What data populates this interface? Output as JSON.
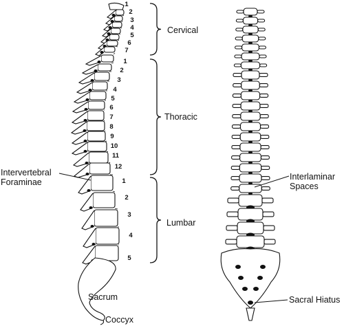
{
  "lateral_view": {
    "regions": [
      {
        "name": "Cervical",
        "vertebrae": [
          "1",
          "2",
          "3",
          "4",
          "5",
          "6",
          "7"
        ]
      },
      {
        "name": "Thoracic",
        "vertebrae": [
          "1",
          "2",
          "3",
          "4",
          "5",
          "6",
          "7",
          "8",
          "9",
          "10",
          "11",
          "12"
        ]
      },
      {
        "name": "Lumbar",
        "vertebrae": [
          "1",
          "2",
          "3",
          "4",
          "5"
        ]
      }
    ],
    "intervertebral_label": "Intervertebral\nForaminae",
    "sacrum_label": "Sacrum",
    "coccyx_label": "Coccyx"
  },
  "posterior_view": {
    "interlaminar_label": "Interlaminar\nSpaces",
    "sacral_hiatus_label": "Sacral Hiatus"
  }
}
